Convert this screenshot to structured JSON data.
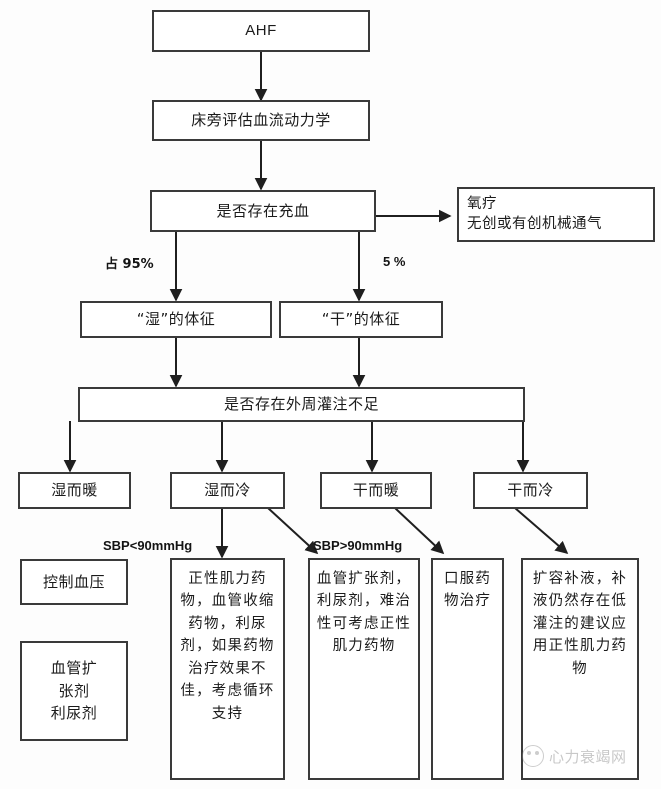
{
  "diagram": {
    "title_node": "AHF",
    "watermark": "心力衰竭网",
    "nodes": {
      "ahf": "AHF",
      "bedside": "床旁评估血流动力学",
      "congestion": "是否存在充血",
      "oxygen": "氧疗\n无创或有创机械通气",
      "wet": "“湿”的体征",
      "dry": "“干”的体征",
      "perfusion": "是否存在外周灌注不足",
      "wet_warm": "湿而暖",
      "wet_cold": "湿而冷",
      "dry_warm": "干而暖",
      "dry_cold": "干而冷",
      "bp_control": "控制血压",
      "vasodilator_diuretic": "血管扩\n张剂\n利尿剂",
      "inotrope_block": "正性肌力药物，血管收缩药物，利尿剂，如果药物治疗效果不佳，考虑循环支持",
      "vasodilator_block": "血管扩张剂，利尿剂，难治性可考虑正性肌力药物",
      "oral_block": "口服药物治疗",
      "fluid_block": "扩容补液，补液仍然存在低灌注的建议应用正性肌力药物"
    },
    "edge_labels": {
      "pct_95": "占 95%",
      "pct_5": "5 %",
      "sbp_low": "SBP<90mmHg",
      "sbp_high": "SBP>90mmHg"
    },
    "colors": {
      "border": "#3a3a3a",
      "text": "#1b1b1b",
      "background": "#fdfdfd",
      "watermark": "#7d7d7d"
    }
  }
}
